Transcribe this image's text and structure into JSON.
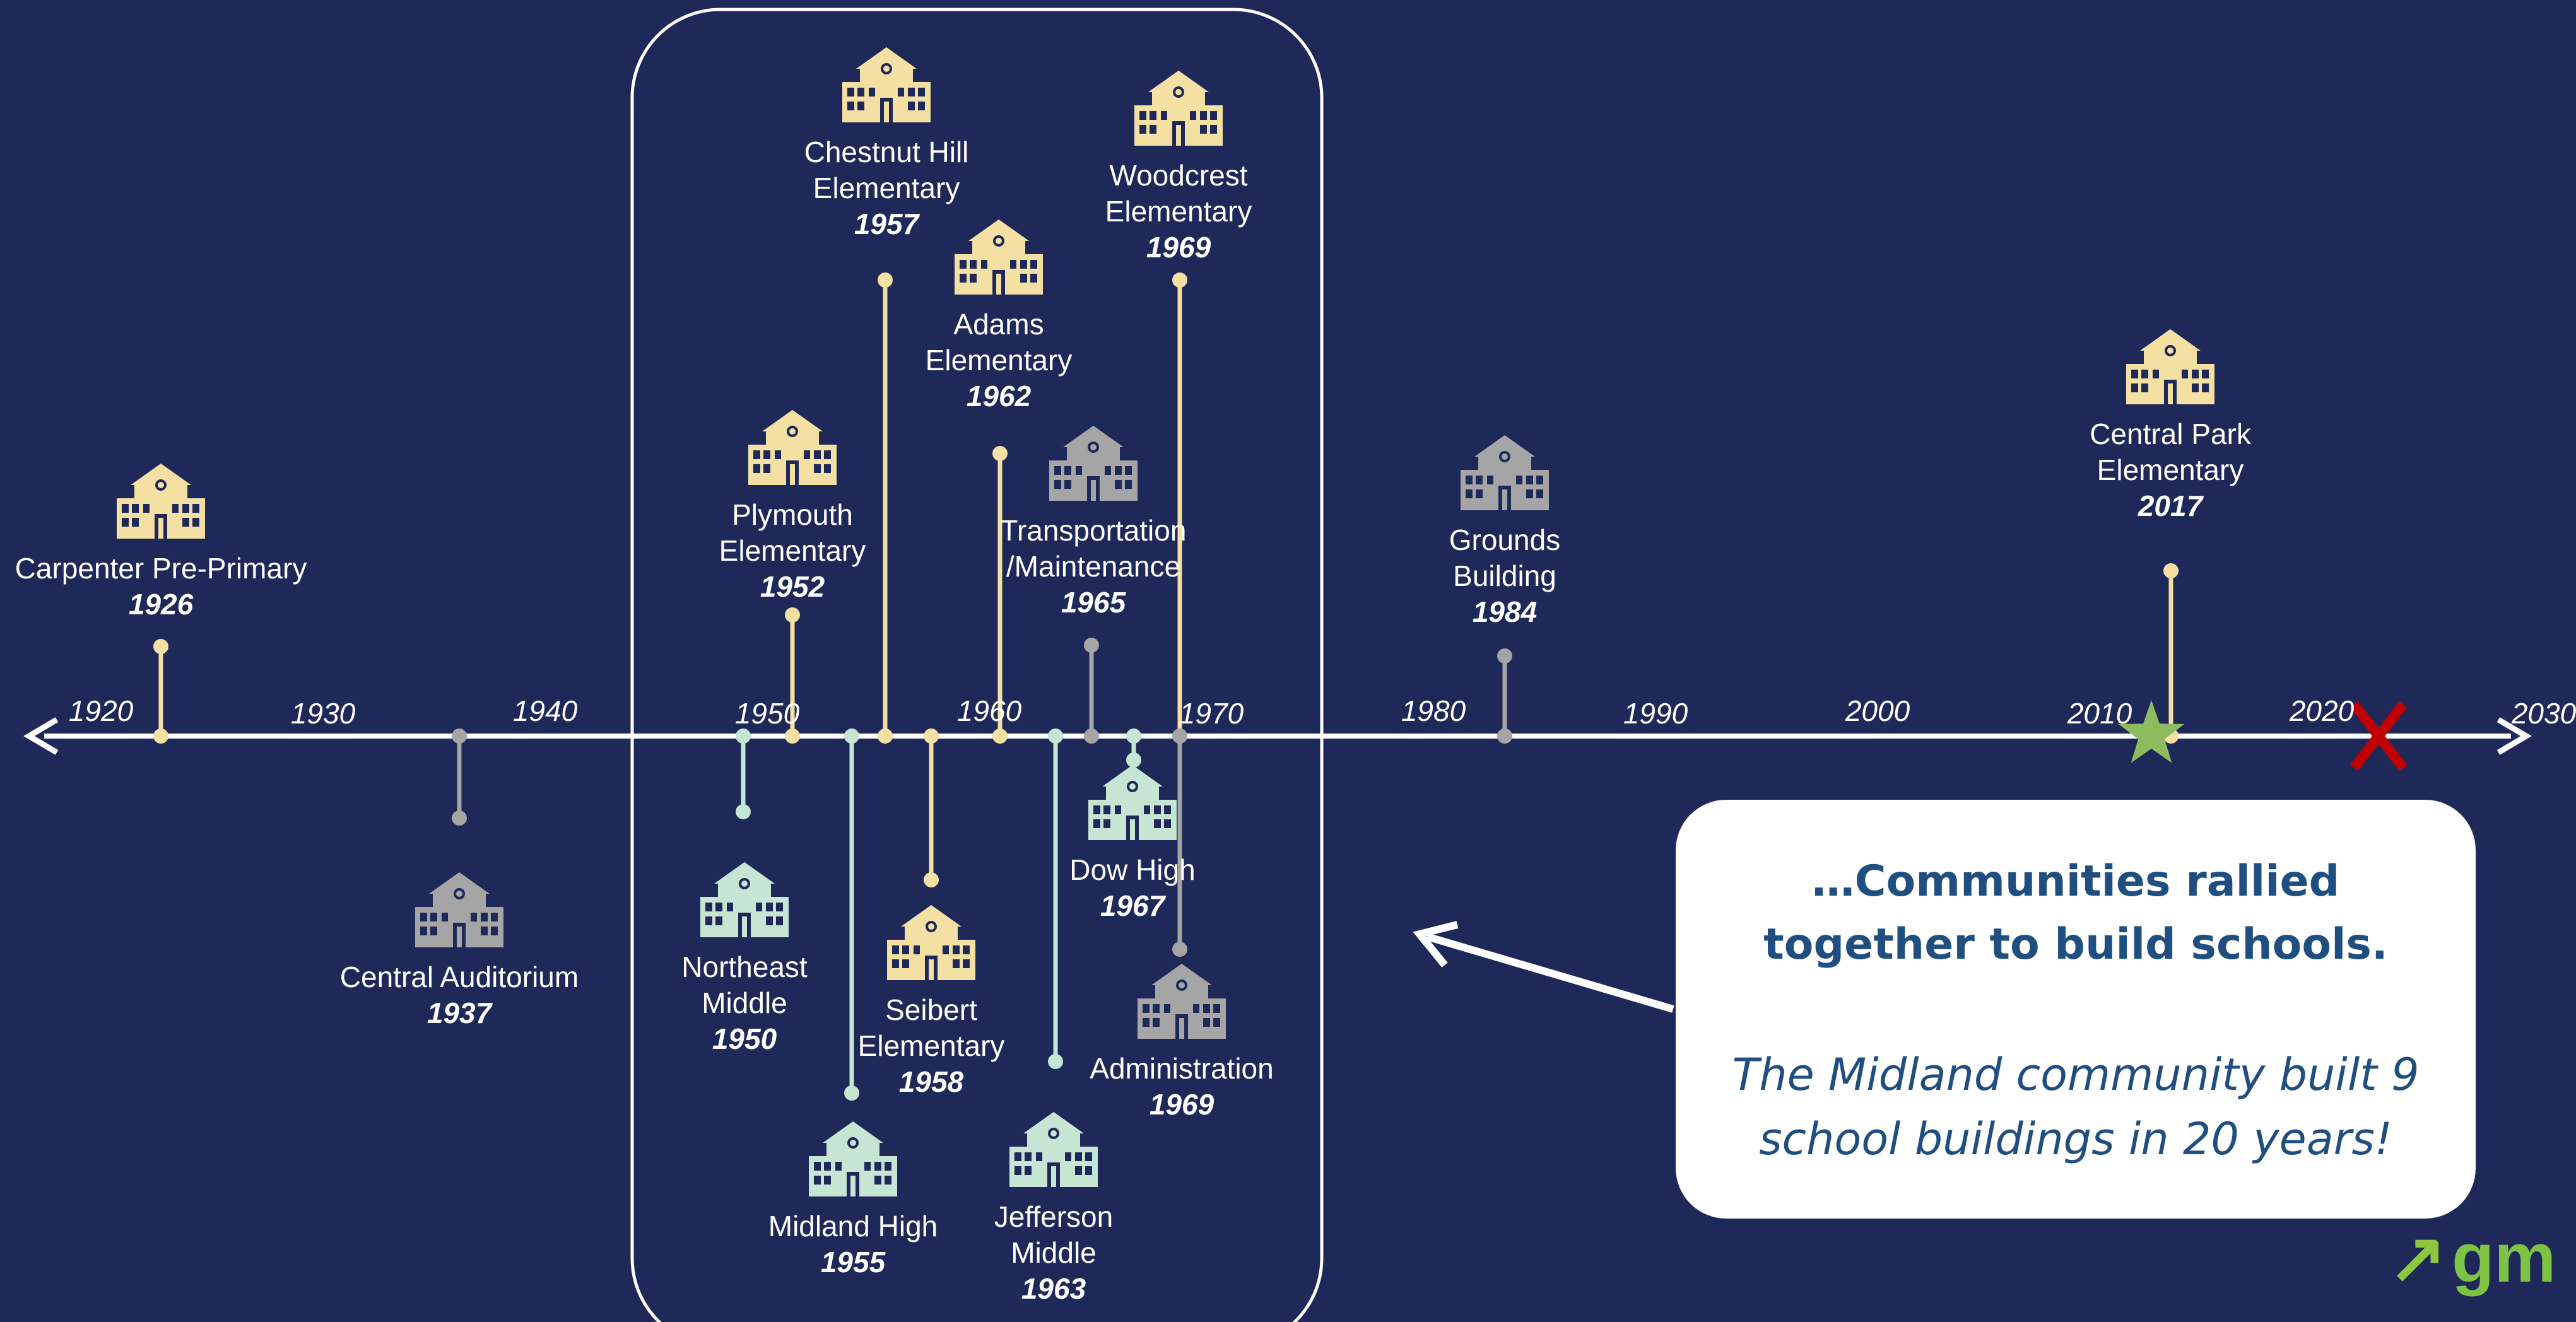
{
  "timeline": {
    "year_labels": [
      {
        "text": "1920",
        "year": 1920
      },
      {
        "text": "1930",
        "year": 1930
      },
      {
        "text": "1940",
        "year": 1940
      },
      {
        "text": "1950",
        "year": 1950
      },
      {
        "text": "1960",
        "year": 1960
      },
      {
        "text": "1970",
        "year": 1970
      },
      {
        "text": "1980",
        "year": 1980
      },
      {
        "text": "1990",
        "year": 1990
      },
      {
        "text": "2000",
        "year": 2000
      },
      {
        "text": "2010",
        "year": 2010
      },
      {
        "text": "2020",
        "year": 2020
      },
      {
        "text": "2030",
        "year": 2030
      }
    ],
    "current_marker": {
      "icon": "star-icon",
      "color": "#8dbb5e"
    },
    "end_marker": {
      "icon": "x-mark-icon",
      "color": "#c00000"
    }
  },
  "buildings": [
    {
      "name": "Carpenter Pre-Primary",
      "year": "1926",
      "category": "elementary",
      "side": "above"
    },
    {
      "name": "Central Auditorium",
      "year": "1937",
      "category": "facility",
      "side": "below"
    },
    {
      "name": "Northeast\nMiddle",
      "year": "1950",
      "category": "secondary",
      "side": "below"
    },
    {
      "name": "Plymouth\nElementary",
      "year": "1952",
      "category": "elementary",
      "side": "above"
    },
    {
      "name": "Midland High",
      "year": "1955",
      "category": "secondary",
      "side": "below"
    },
    {
      "name": "Chestnut Hill\nElementary",
      "year": "1957",
      "category": "elementary",
      "side": "above"
    },
    {
      "name": "Seibert\nElementary",
      "year": "1958",
      "category": "elementary",
      "side": "below"
    },
    {
      "name": "Adams\nElementary",
      "year": "1962",
      "category": "elementary",
      "side": "above"
    },
    {
      "name": "Jefferson\nMiddle",
      "year": "1963",
      "category": "secondary",
      "side": "below"
    },
    {
      "name": "Transportation\n/Maintenance",
      "year": "1965",
      "category": "facility",
      "side": "above"
    },
    {
      "name": "Dow High",
      "year": "1967",
      "category": "secondary",
      "side": "below"
    },
    {
      "name": "Woodcrest\nElementary",
      "year": "1969",
      "category": "elementary",
      "side": "above"
    },
    {
      "name": "Administration",
      "year": "1969",
      "category": "facility",
      "side": "below"
    },
    {
      "name": "Grounds\nBuilding",
      "year": "1984",
      "category": "facility",
      "side": "above"
    },
    {
      "name": "Central Park\nElementary",
      "year": "2017",
      "category": "elementary",
      "side": "above"
    }
  ],
  "colors": {
    "background": "#1e2859",
    "elementary": "#f5e0a3",
    "secondary": "#c6e5d3",
    "facility": "#a5a5a5",
    "axis": "#ffffff",
    "callout_text": "#1f4e80",
    "logo": "#7dc242"
  },
  "callout": {
    "headline": "…Communities rallied together to build schools.",
    "body": "The Midland community built 9 school buildings in 20 years!"
  },
  "logo": {
    "text": "gm",
    "icon": "arrow-up-right-icon"
  }
}
